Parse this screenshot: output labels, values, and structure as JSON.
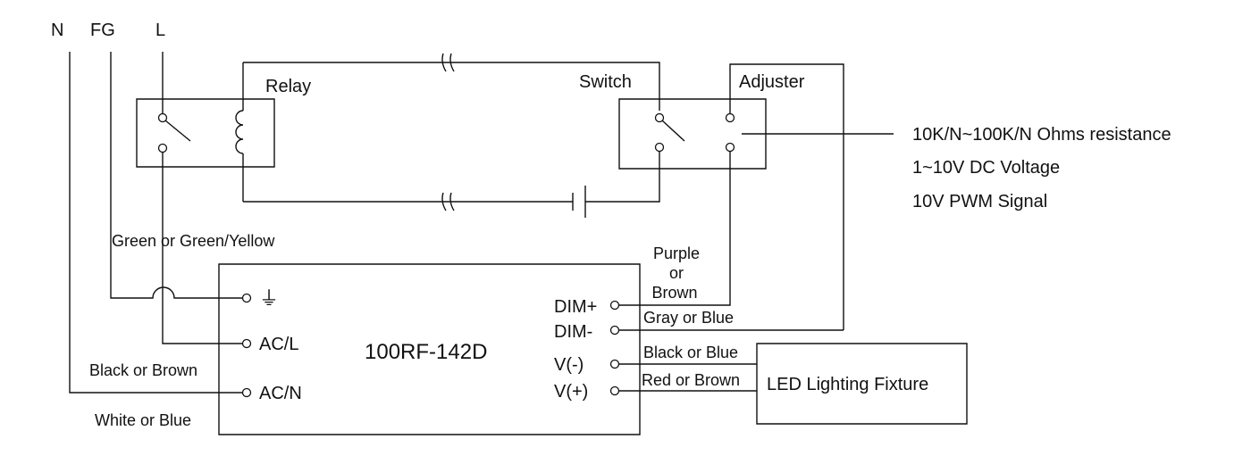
{
  "mains": {
    "n": "N",
    "fg": "FG",
    "l": "L"
  },
  "components": {
    "relay": "Relay",
    "switch": "Switch",
    "adjuster": "Adjuster",
    "driver": "100RF-142D",
    "fixture": "LED Lighting Fixture"
  },
  "driver_terminals": {
    "ground_symbol": "⏚",
    "ac_l": "AC/L",
    "ac_n": "AC/N",
    "dim_plus": "DIM+",
    "dim_minus": "DIM-",
    "v_minus": "V(-)",
    "v_plus": "V(+)"
  },
  "wire_labels": {
    "fg_wire": "Green or Green/Yellow",
    "l_wire": "Black or Brown",
    "n_wire": "White or Blue",
    "dim_plus_wire": [
      "Purple",
      "or",
      "Brown"
    ],
    "dim_minus_wire": "Gray or Blue",
    "v_minus_wire": "Black or Blue",
    "v_plus_wire": "Red or Brown"
  },
  "adjuster_options": [
    "10K/N~100K/N Ohms resistance",
    "1~10V DC Voltage",
    "10V PWM Signal"
  ]
}
